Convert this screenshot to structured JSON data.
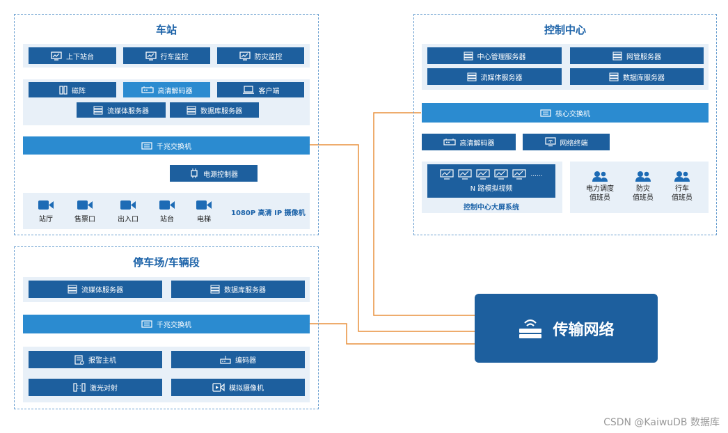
{
  "station": {
    "title": "车站",
    "monitors": [
      "上下站台",
      "行车监控",
      "防灾监控"
    ],
    "row2": [
      "磁阵",
      "高清解码器",
      "客户端"
    ],
    "row3": [
      "流媒体服务器",
      "数据库服务器"
    ],
    "switch": "千兆交换机",
    "power": "电源控制器",
    "cameras": [
      "站厅",
      "售票口",
      "出入口",
      "站台",
      "电梯"
    ],
    "camera_note": "1080P 高清 IP 摄像机"
  },
  "control": {
    "title": "控制中心",
    "servers": [
      "中心管理服务器",
      "网管服务器",
      "流媒体服务器",
      "数据库服务器"
    ],
    "core_switch": "核心交换机",
    "decoder": "高清解码器",
    "terminal": "网络终端",
    "monitor_ellipsis": "......",
    "video_label": "N 路模拟视频",
    "screen_system": "控制中心大屏系统",
    "staff": [
      {
        "line1": "电力调度",
        "line2": "值班员"
      },
      {
        "line1": "防灾",
        "line2": "值班员"
      },
      {
        "line1": "行车",
        "line2": "值班员"
      }
    ]
  },
  "depot": {
    "title": "停车场/车辆段",
    "servers": [
      "流媒体服务器",
      "数据库服务器"
    ],
    "switch": "千兆交换机",
    "alarm": "报警主机",
    "encoder": "编码器",
    "laser": "激光对射",
    "analog_cam": "模拟摄像机"
  },
  "network": {
    "label": "传输网络"
  },
  "watermark": "CSDN @KaiwuDB 数据库",
  "colors": {
    "dark_box": "#1d5f9e",
    "light_box": "#2b8bd0",
    "arrow": "#e8913d",
    "band": "#e8f0f8",
    "dashed": "#6a9fd0"
  }
}
